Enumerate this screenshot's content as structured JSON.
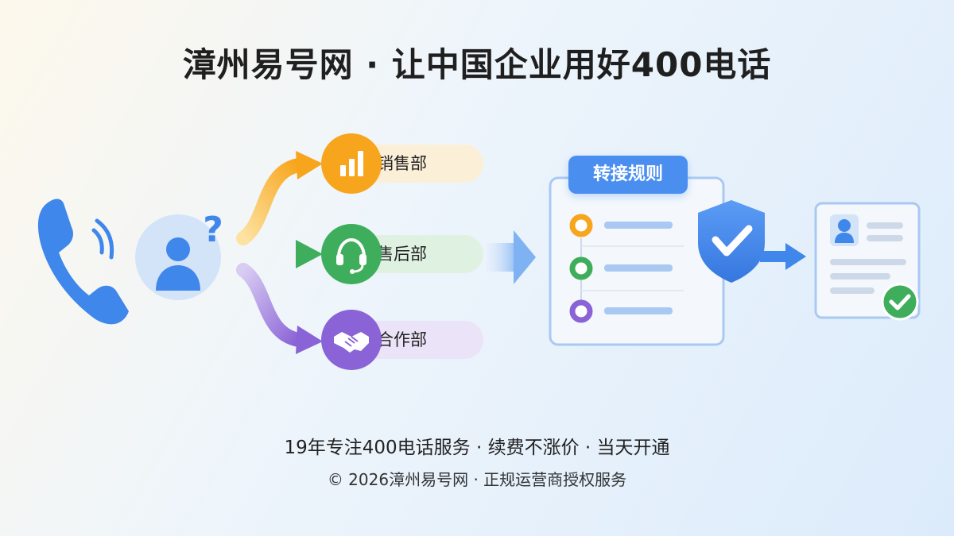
{
  "title": "漳州易号网 · 让中国企业用好400电话",
  "departments": [
    {
      "label": "销售部",
      "icon": "bar-chart-icon",
      "color": "#f7a51c",
      "pill_color": "#fcefd8"
    },
    {
      "label": "售后部",
      "icon": "headset-icon",
      "color": "#3fae5c",
      "pill_color": "#dff2e2"
    },
    {
      "label": "合作部",
      "icon": "handshake-icon",
      "color": "#8a63d6",
      "pill_color": "#ebe3f7"
    }
  ],
  "rules_card": {
    "tab_label": "转接规则"
  },
  "footer": {
    "tagline": "19年专注400电话服务 · 续费不涨价 · 当天开通",
    "copyright": "© 2026漳州易号网 · 正规运营商授权服务"
  },
  "colors": {
    "primary_blue": "#4a8ff0",
    "orange": "#f7a51c",
    "green": "#3fae5c",
    "purple": "#8a63d6"
  }
}
